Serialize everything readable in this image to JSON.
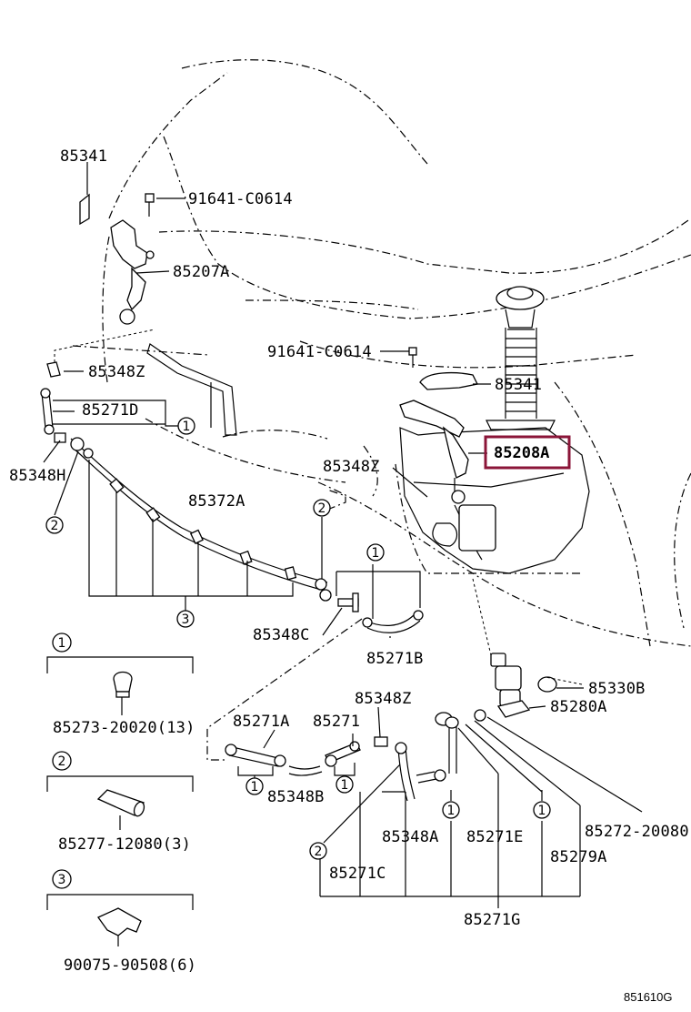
{
  "labels": {
    "p85341_top": "85341",
    "p91641_top": "91641-C0614",
    "p85207A": "85207A",
    "p91641_mid": "91641-C0614",
    "p85341_mid": "85341",
    "p85348Z_left": "85348Z",
    "p85271D": "85271D",
    "p85348H": "85348H",
    "p85372A": "85372A",
    "p85348Z_mid": "85348Z",
    "p85208A": "85208A",
    "p85348C": "85348C",
    "p85271B": "85271B",
    "p85330B": "85330B",
    "p85280A": "85280A",
    "p85348Z_low": "85348Z",
    "p85271A": "85271A",
    "p85271": "85271",
    "p85348B": "85348B",
    "p85348A": "85348A",
    "p85271E": "85271E",
    "p85272": "85272-20080",
    "p85279A": "85279A",
    "p85271C": "85271C",
    "p85271G": "85271G"
  },
  "callouts": [
    "1",
    "2",
    "3"
  ],
  "legend": [
    {
      "num": "1",
      "part": "85273-20020(13)"
    },
    {
      "num": "2",
      "part": "85277-12080(3)"
    },
    {
      "num": "3",
      "part": "90075-90508(6)"
    }
  ],
  "diagram_code": "851610G",
  "highlight_color": "#8b1538"
}
